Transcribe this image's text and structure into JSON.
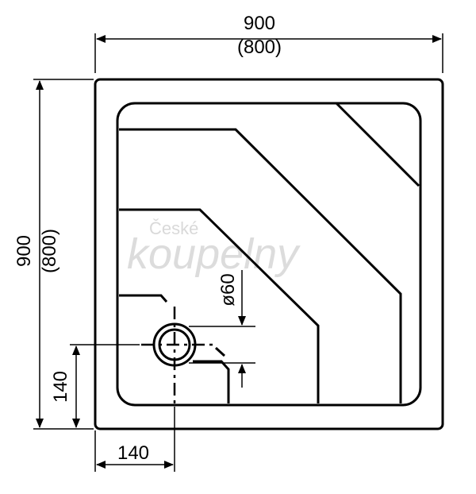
{
  "dimensions": {
    "top_width": "900",
    "top_width_alt": "(800)",
    "left_height": "900",
    "left_height_alt": "(800)",
    "drain_diameter": "ø60",
    "drain_offset_x": "140",
    "drain_offset_y": "140"
  },
  "watermark": {
    "line1": "České",
    "line2": "koupelny"
  },
  "colors": {
    "ink": "#000000",
    "watermark": "#d9d9d9",
    "background": "#ffffff"
  }
}
